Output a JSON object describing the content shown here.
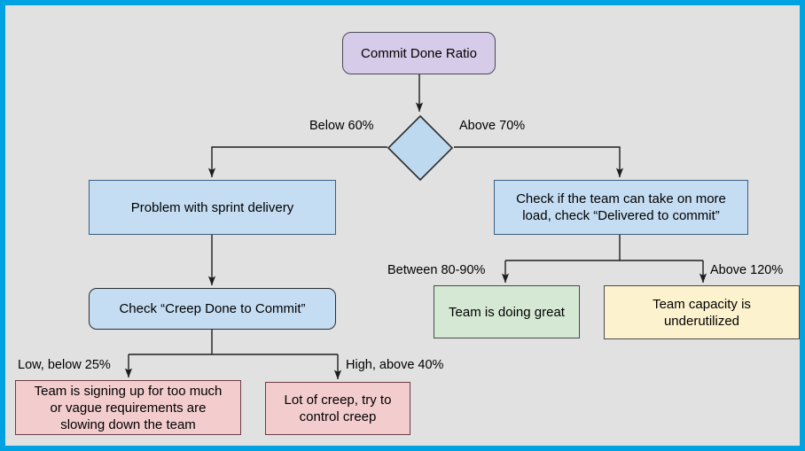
{
  "diagram": {
    "title": "Commit Done Ratio decision flowchart",
    "background_color": "#e1e1e1",
    "frame_color": "#00a2e1"
  },
  "nodes": {
    "root": {
      "label": "Commit Done Ratio",
      "shape": "rounded-rectangle",
      "fill": "#d6cbe8",
      "stroke": "#4a4a55"
    },
    "decision": {
      "label": "",
      "shape": "diamond",
      "fill": "#bdd9f0",
      "stroke": "#2d2d2d"
    },
    "problem_sprint": {
      "label": "Problem with sprint delivery",
      "shape": "rectangle",
      "fill": "#c5ddf2",
      "stroke": "#3a5f80"
    },
    "check_more_load": {
      "line1": "Check if the team can take on more",
      "line2": "load, check “Delivered to commit”",
      "shape": "rectangle",
      "fill": "#c5ddf2",
      "stroke": "#3a5f80"
    },
    "check_creep": {
      "label": "Check “Creep Done to Commit”",
      "shape": "rounded-rectangle",
      "fill": "#c5ddf2",
      "stroke": "#2d2d2d"
    },
    "doing_great": {
      "label": "Team is doing great",
      "shape": "rectangle",
      "fill": "#d5e8d4",
      "stroke": "#4a4a4a"
    },
    "underutilized": {
      "line1": "Team capacity is",
      "line2": "underutilized",
      "shape": "rectangle",
      "fill": "#fdf2ce",
      "stroke": "#4a4a4a"
    },
    "signing_up_too_much": {
      "line1": "Team is signing up for too much",
      "line2": "or vague requirements are",
      "line3": "slowing down the team",
      "shape": "rectangle",
      "fill": "#f3ccce",
      "stroke": "#6b3d44"
    },
    "lot_of_creep": {
      "line1": "Lot of creep, try to",
      "line2": "control creep",
      "shape": "rectangle",
      "fill": "#f3ccce",
      "stroke": "#6b3d44"
    }
  },
  "edge_labels": {
    "below_60": "Below 60%",
    "above_70": "Above 70%",
    "between_80_90": "Between 80-90%",
    "above_120": "Above 120%",
    "low_below_25": "Low, below 25%",
    "high_above_40": "High, above 40%"
  }
}
